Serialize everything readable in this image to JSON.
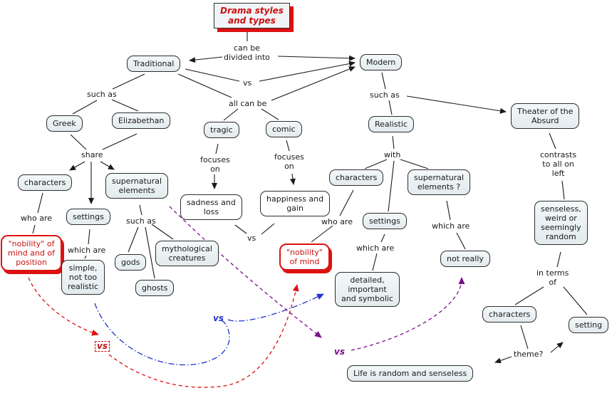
{
  "map_title": "Drama styles and types concept map",
  "colors": {
    "node_fill": "#e9f0f2",
    "node_border": "#2e2e2e",
    "highlight_red": "#dd1111",
    "link_blue": "#2233cc",
    "link_purple": "#7d0c8f",
    "text": "#1a1a1a"
  },
  "nodes": {
    "drama": "Drama styles\nand types",
    "traditional": "Traditional",
    "modern": "Modern",
    "greek": "Greek",
    "elizabethan": "Elizabethan",
    "characters_trad": "characters",
    "settings_trad": "settings",
    "supernatural_trad": "supernatural\nelements",
    "nobility_position": "\"nobility\" of\nmind and of\nposition",
    "simple_realistic": "simple,\nnot too\nrealistic",
    "gods": "gods",
    "ghosts": "ghosts",
    "mythological": "mythological\ncreatures",
    "tragic": "tragic",
    "comic": "comic",
    "sadness": "sadness and\nloss",
    "happiness": "happiness and\ngain",
    "realistic": "Realistic",
    "characters_real": "characters",
    "settings_real": "settings",
    "supernatural_real": "supernatural\nelements ?",
    "nobility_mind": "\"nobility\"\nof mind",
    "detailed": "detailed,\nimportant\nand symbolic",
    "not_really": "not really",
    "theater": "Theater of the\nAbsurd",
    "senseless": "senseless,\nweird or\nseemingly\nrandom",
    "characters_absurd": "characters",
    "setting_absurd": "setting",
    "life_random": "Life is random and senseless"
  },
  "labels": {
    "can_be": "can be\ndivided into",
    "vs_top": "vs",
    "such_as_trad": "such as",
    "share": "share",
    "who_are_trad": "who are",
    "which_are_trad": "which are",
    "such_as_super": "such as",
    "all_can_be": "all can be",
    "focuses_on_tragic": "focuses\non",
    "focuses_on_comic": "focuses\non",
    "vs_mid": "vs",
    "such_as_modern": "such as",
    "with": "with",
    "who_are_real": "who are",
    "which_are_settings": "which are",
    "which_are_super": "which are",
    "contrasts": "contrasts\nto all on\nleft",
    "in_terms": "in terms\nof",
    "theme": "theme?",
    "vs_red": "vs",
    "vs_blue": "vs",
    "vs_purple": "vs"
  }
}
